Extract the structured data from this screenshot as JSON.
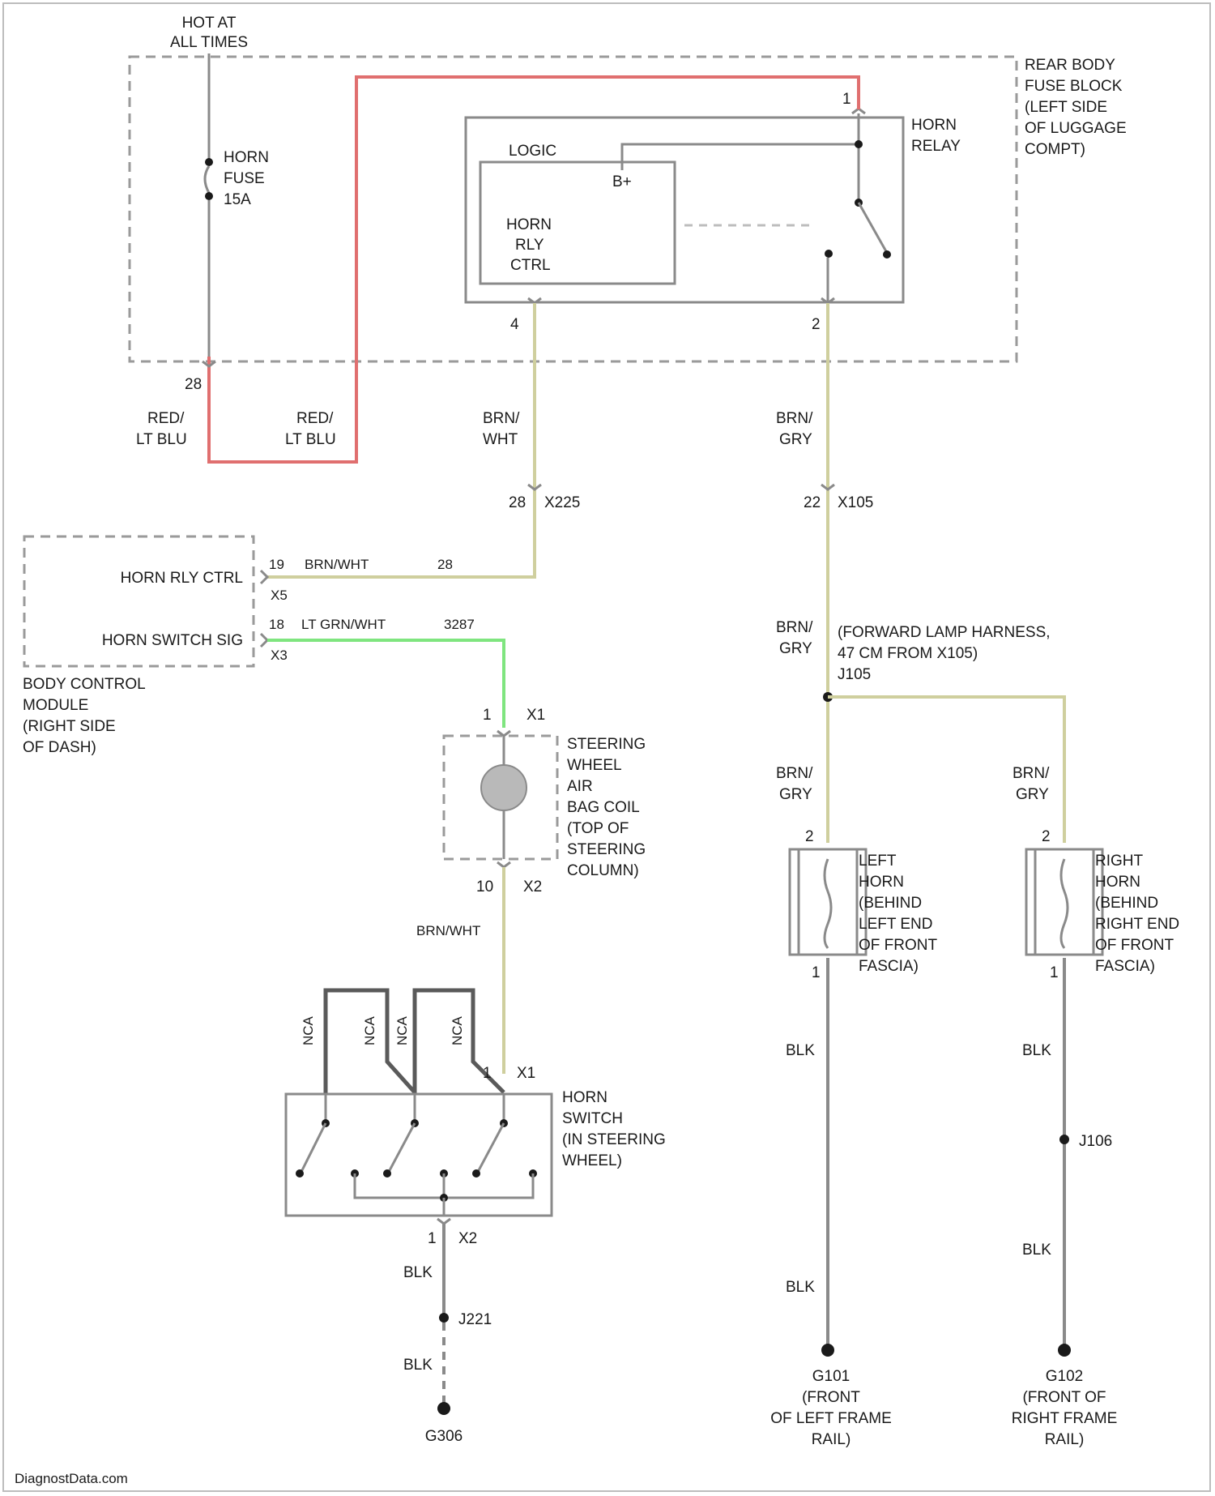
{
  "labels": {
    "hot_at": "HOT AT",
    "all_times": "ALL TIMES",
    "horn_fuse": [
      "HORN",
      "FUSE",
      "15A"
    ],
    "fuse_block": [
      "REAR BODY",
      "FUSE BLOCK",
      "(LEFT SIDE",
      "OF LUGGAGE",
      "COMPT)"
    ],
    "horn_relay": [
      "HORN",
      "RELAY"
    ],
    "logic": "LOGIC",
    "b_plus": "B+",
    "horn_rly_ctrl_box": [
      "HORN",
      "RLY",
      "CTRL"
    ],
    "pin_1": "1",
    "pin_4": "4",
    "pin_2": "2",
    "pin_28": "28",
    "wire_red_lt_blu_1": [
      "RED/",
      "LT BLU"
    ],
    "wire_red_lt_blu_2": [
      "RED/",
      "LT BLU"
    ],
    "wire_brn_wht": [
      "BRN/",
      "WHT"
    ],
    "wire_brn_gry": [
      "BRN/",
      "GRY"
    ],
    "conn_x225": "X225",
    "conn_x225_pin": "28",
    "conn_x105": "X105",
    "conn_x105_pin": "22",
    "bcm_horn_rly_ctrl": "HORN RLY CTRL",
    "bcm_horn_switch_sig": "HORN SWITCH SIG",
    "bcm_pin_x5": "X5",
    "bcm_pin_x3": "X3",
    "bcm_pin_19": "19",
    "bcm_pin_18": "18",
    "wire_brn_wht_inline": "BRN/WHT",
    "wire_lt_grn_wht": "LT GRN/WHT",
    "num_28": "28",
    "num_3287": "3287",
    "bcm_label": [
      "BODY CONTROL",
      "MODULE",
      "(RIGHT SIDE",
      "OF DASH)"
    ],
    "fwd_lamp_harness": [
      "(FORWARD LAMP HARNESS,",
      "47 CM FROM X105)"
    ],
    "splice_j105": "J105",
    "clock_pin_1": "1",
    "clock_x1": "X1",
    "clock_label": [
      "STEERING",
      "WHEEL",
      "AIR",
      "BAG COIL",
      "(TOP OF",
      "STEERING",
      "COLUMN)"
    ],
    "clock_pin_10": "10",
    "clock_x2": "X2",
    "wire_brn_wht_2": "BRN/WHT",
    "nca": [
      "NCA",
      "NCA",
      "NCA",
      "NCA"
    ],
    "switch_pin_1": "1",
    "switch_x1": "X1",
    "horn_switch_label": [
      "HORN",
      "SWITCH",
      "(IN STEERING",
      "WHEEL)"
    ],
    "switch_pin_1b": "1",
    "switch_x2": "X2",
    "blk": "BLK",
    "splice_j221": "J221",
    "ground_g306": "G306",
    "left_horn_label": [
      "LEFT",
      "HORN",
      "(BEHIND",
      "LEFT END",
      "OF FRONT",
      "FASCIA)"
    ],
    "right_horn_label": [
      "RIGHT",
      "HORN",
      "(BEHIND",
      "RIGHT END",
      "OF FRONT",
      "FASCIA)"
    ],
    "horn_pin_2": "2",
    "horn_pin_1": "1",
    "splice_j106": "J106",
    "ground_g101": [
      "G101",
      "(FRONT",
      "OF LEFT FRAME",
      "RAIL)"
    ],
    "ground_g102": [
      "G102",
      "(FRONT OF",
      "RIGHT FRAME",
      "RAIL)"
    ],
    "watermark": "DiagnostData.com"
  },
  "colors": {
    "red_wire": "#e06f6f",
    "tan_wire": "#cfcf9e",
    "green_wire": "#7fe57f",
    "black_wire": "#8a8a8a"
  }
}
